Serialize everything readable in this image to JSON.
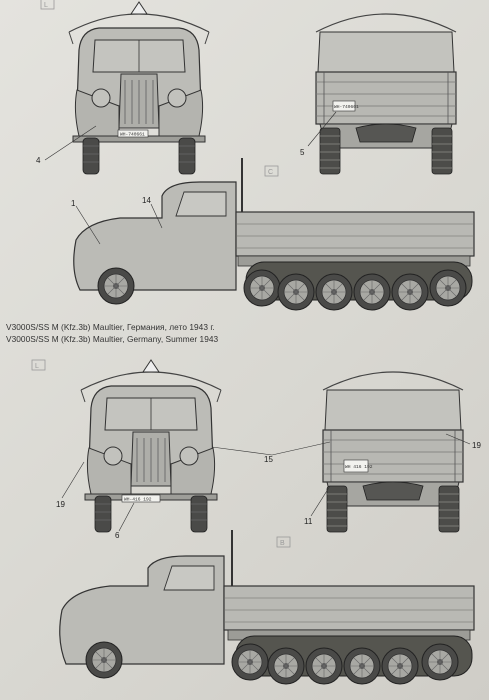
{
  "captions": {
    "line_ru": "V3000S/SS M (Kfz.3b) Maultier, Германия, лето 1943 г.",
    "line_en": "V3000S/SS M (Kfz.3b) Maultier, Germany, Summer 1943"
  },
  "top_set": {
    "front_badge": "L",
    "side_badge": "C",
    "plate_front": "WH-740661",
    "plate_rear": "WH-740661",
    "callouts": [
      "4",
      "5",
      "1",
      "14"
    ]
  },
  "bottom_set": {
    "front_badge": "L",
    "side_badge": "B",
    "plate_front": "WH-416 192",
    "plate_rear": "WH 416 192",
    "callouts": [
      "15",
      "19",
      "19",
      "6",
      "11"
    ]
  }
}
